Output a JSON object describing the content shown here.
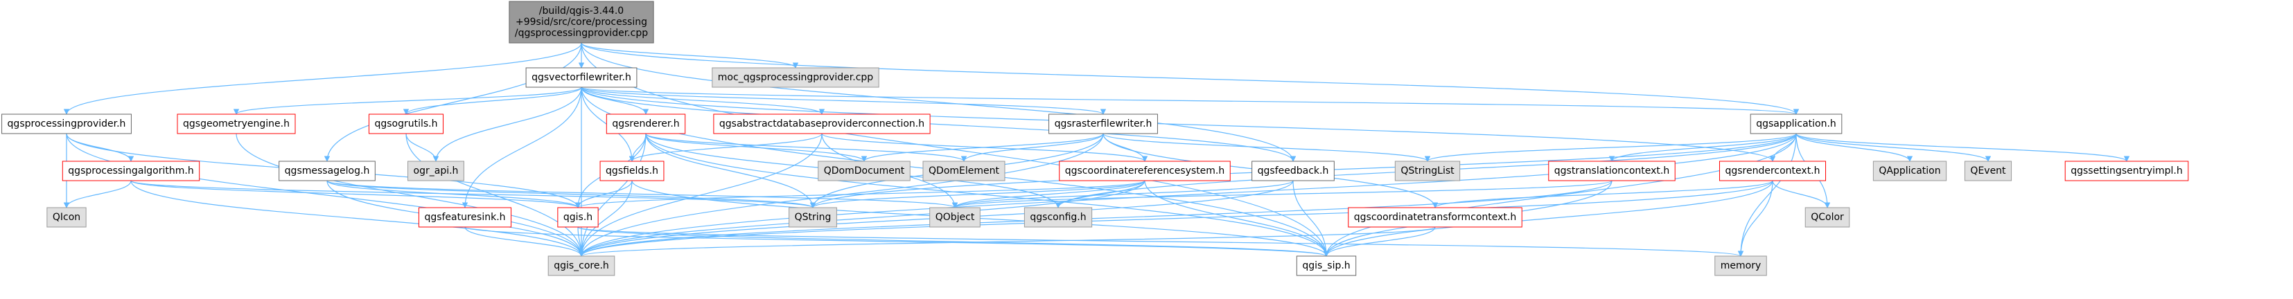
{
  "colors": {
    "edge": "#63B8FF",
    "root_fill": "#999999",
    "root_border": "#666666",
    "plain_border": "#666666",
    "red_border": "#FF0000",
    "gray_fill": "#E0E0E0",
    "gray_border": "#999999",
    "white_fill": "#FFFFFF",
    "text": "#000000"
  },
  "nodes": [
    {
      "id": "root",
      "lines": [
        "/build/qgis-3.44.0",
        "+99sid/src/core/processing",
        "/qgsprocessingprovider.cpp"
      ],
      "style": "root"
    },
    {
      "id": "moc",
      "lines": [
        "moc_qgsprocessingprovider.cpp"
      ],
      "style": "gray"
    },
    {
      "id": "vfw",
      "lines": [
        "qgsvectorfilewriter.h"
      ],
      "style": "plain"
    },
    {
      "id": "pp",
      "lines": [
        "qgsprocessingprovider.h"
      ],
      "style": "plain"
    },
    {
      "id": "geomeng",
      "lines": [
        "qgsgeometryengine.h"
      ],
      "style": "red"
    },
    {
      "id": "ogrutils",
      "lines": [
        "qgsogrutils.h"
      ],
      "style": "red"
    },
    {
      "id": "renderer",
      "lines": [
        "qgsrenderer.h"
      ],
      "style": "red"
    },
    {
      "id": "adpc",
      "lines": [
        "qgsabstractdatabaseproviderconnection.h"
      ],
      "style": "red"
    },
    {
      "id": "rfw",
      "lines": [
        "qgsrasterfilewriter.h"
      ],
      "style": "plain"
    },
    {
      "id": "app",
      "lines": [
        "qgsapplication.h"
      ],
      "style": "plain"
    },
    {
      "id": "palg",
      "lines": [
        "qgsprocessingalgorithm.h"
      ],
      "style": "red"
    },
    {
      "id": "msglog",
      "lines": [
        "qgsmessagelog.h"
      ],
      "style": "plain"
    },
    {
      "id": "ograpi",
      "lines": [
        "ogr_api.h"
      ],
      "style": "gray"
    },
    {
      "id": "fields",
      "lines": [
        "qgsfields.h"
      ],
      "style": "red"
    },
    {
      "id": "qdomdoc",
      "lines": [
        "QDomDocument"
      ],
      "style": "gray"
    },
    {
      "id": "qdomel",
      "lines": [
        "QDomElement"
      ],
      "style": "gray"
    },
    {
      "id": "crs",
      "lines": [
        "qgscoordinatereferencesystem.h"
      ],
      "style": "red"
    },
    {
      "id": "feedback",
      "lines": [
        "qgsfeedback.h"
      ],
      "style": "plain"
    },
    {
      "id": "qstringlist",
      "lines": [
        "QStringList"
      ],
      "style": "gray"
    },
    {
      "id": "transctx",
      "lines": [
        "qgstranslationcontext.h"
      ],
      "style": "red"
    },
    {
      "id": "rendctx",
      "lines": [
        "qgsrendercontext.h"
      ],
      "style": "red"
    },
    {
      "id": "qapp",
      "lines": [
        "QApplication"
      ],
      "style": "gray"
    },
    {
      "id": "qevent",
      "lines": [
        "QEvent"
      ],
      "style": "gray"
    },
    {
      "id": "settings",
      "lines": [
        "qgssettingsentryimpl.h"
      ],
      "style": "red"
    },
    {
      "id": "qicon",
      "lines": [
        "QIcon"
      ],
      "style": "gray"
    },
    {
      "id": "featsink",
      "lines": [
        "qgsfeaturesink.h"
      ],
      "style": "red"
    },
    {
      "id": "qgis",
      "lines": [
        "qgis.h"
      ],
      "style": "red"
    },
    {
      "id": "qstring",
      "lines": [
        "QString"
      ],
      "style": "gray"
    },
    {
      "id": "qobject",
      "lines": [
        "QObject"
      ],
      "style": "gray"
    },
    {
      "id": "qgsconfig",
      "lines": [
        "qgsconfig.h"
      ],
      "style": "gray"
    },
    {
      "id": "ctc",
      "lines": [
        "qgscoordinatetransformcontext.h"
      ],
      "style": "red"
    },
    {
      "id": "qcolor",
      "lines": [
        "QColor"
      ],
      "style": "gray"
    },
    {
      "id": "core",
      "lines": [
        "qgis_core.h"
      ],
      "style": "gray"
    },
    {
      "id": "sip",
      "lines": [
        "qgis_sip.h"
      ],
      "style": "plain"
    },
    {
      "id": "memory",
      "lines": [
        "memory"
      ],
      "style": "gray"
    }
  ],
  "edges": [
    [
      "root",
      "moc"
    ],
    [
      "root",
      "vfw"
    ],
    [
      "root",
      "pp"
    ],
    [
      "root",
      "msglog"
    ],
    [
      "root",
      "app"
    ],
    [
      "root",
      "feedback"
    ],
    [
      "root",
      "sip"
    ],
    [
      "vfw",
      "geomeng"
    ],
    [
      "vfw",
      "ogrutils"
    ],
    [
      "vfw",
      "renderer"
    ],
    [
      "vfw",
      "adpc"
    ],
    [
      "vfw",
      "rfw"
    ],
    [
      "vfw",
      "app"
    ],
    [
      "vfw",
      "ograpi"
    ],
    [
      "vfw",
      "fields"
    ],
    [
      "vfw",
      "featsink"
    ],
    [
      "vfw",
      "rendctx"
    ],
    [
      "vfw",
      "core"
    ],
    [
      "vfw",
      "sip"
    ],
    [
      "vfw",
      "feedback"
    ],
    [
      "pp",
      "palg"
    ],
    [
      "pp",
      "qicon"
    ],
    [
      "pp",
      "core"
    ],
    [
      "pp",
      "qgis"
    ],
    [
      "palg",
      "qicon"
    ],
    [
      "palg",
      "qgis"
    ],
    [
      "palg",
      "core"
    ],
    [
      "palg",
      "qstring"
    ],
    [
      "msglog",
      "qgis"
    ],
    [
      "msglog",
      "qstring"
    ],
    [
      "msglog",
      "core"
    ],
    [
      "msglog",
      "qobject"
    ],
    [
      "geomeng",
      "core"
    ],
    [
      "ogrutils",
      "ograpi"
    ],
    [
      "ogrutils",
      "core"
    ],
    [
      "renderer",
      "fields"
    ],
    [
      "renderer",
      "qgis"
    ],
    [
      "renderer",
      "qstring"
    ],
    [
      "renderer",
      "qdomdoc"
    ],
    [
      "renderer",
      "qdomel"
    ],
    [
      "renderer",
      "core"
    ],
    [
      "renderer",
      "sip"
    ],
    [
      "renderer",
      "qgsconfig"
    ],
    [
      "adpc",
      "fields"
    ],
    [
      "adpc",
      "crs"
    ],
    [
      "adpc",
      "qobject"
    ],
    [
      "adpc",
      "core"
    ],
    [
      "rfw",
      "qdomdoc"
    ],
    [
      "rfw",
      "qdomel"
    ],
    [
      "rfw",
      "crs"
    ],
    [
      "rfw",
      "qstringlist"
    ],
    [
      "rfw",
      "ctc"
    ],
    [
      "rfw",
      "core"
    ],
    [
      "rfw",
      "qstring"
    ],
    [
      "fields",
      "qgis"
    ],
    [
      "fields",
      "core"
    ],
    [
      "fields",
      "sip"
    ],
    [
      "crs",
      "qgis"
    ],
    [
      "crs",
      "qstring"
    ],
    [
      "crs",
      "qobject"
    ],
    [
      "crs",
      "qgsconfig"
    ],
    [
      "crs",
      "sip"
    ],
    [
      "crs",
      "core"
    ],
    [
      "feedback",
      "qobject"
    ],
    [
      "feedback",
      "core"
    ],
    [
      "feedback",
      "sip"
    ],
    [
      "app",
      "qstringlist"
    ],
    [
      "app",
      "transctx"
    ],
    [
      "app",
      "rendctx"
    ],
    [
      "app",
      "qapp"
    ],
    [
      "app",
      "qevent"
    ],
    [
      "app",
      "settings"
    ],
    [
      "app",
      "qcolor"
    ],
    [
      "app",
      "core"
    ],
    [
      "app",
      "sip"
    ],
    [
      "app",
      "memory"
    ],
    [
      "app",
      "qgsconfig"
    ],
    [
      "app",
      "qstring"
    ],
    [
      "transctx",
      "qobject"
    ],
    [
      "transctx",
      "core"
    ],
    [
      "transctx",
      "sip"
    ],
    [
      "rendctx",
      "qcolor"
    ],
    [
      "rendctx",
      "ctc"
    ],
    [
      "rendctx",
      "memory"
    ],
    [
      "rendctx",
      "core"
    ],
    [
      "rendctx",
      "sip"
    ],
    [
      "ctc",
      "core"
    ],
    [
      "ctc",
      "sip"
    ],
    [
      "featsink",
      "core"
    ],
    [
      "featsink",
      "sip"
    ],
    [
      "qgis",
      "core"
    ],
    [
      "qgis",
      "sip"
    ],
    [
      "qgis",
      "memory"
    ]
  ]
}
